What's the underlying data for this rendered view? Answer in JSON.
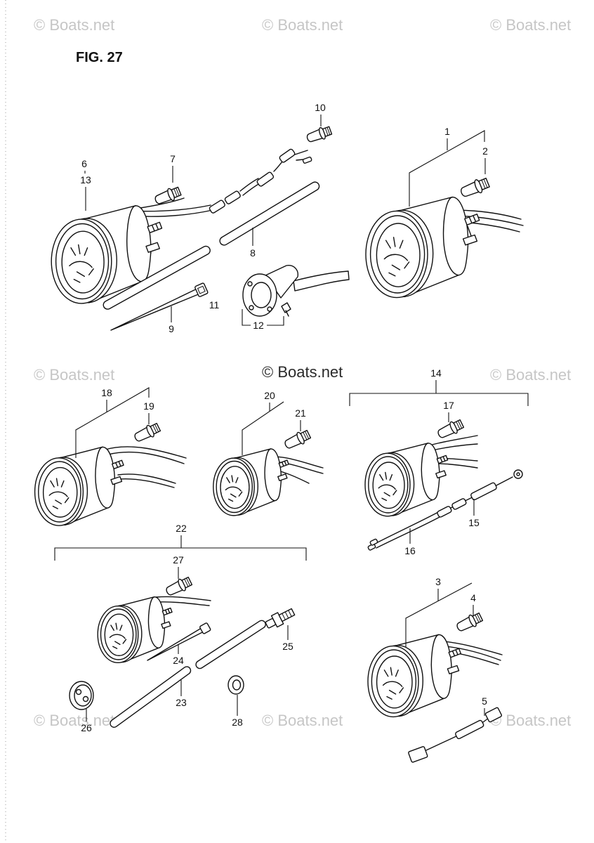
{
  "page": {
    "title": "FIG. 27",
    "watermark": "© Boats.net"
  },
  "callouts": {
    "1": "1",
    "2": "2",
    "3": "3",
    "4": "4",
    "5": "5",
    "6": "6",
    "7": "7",
    "8": "8",
    "9": "9",
    "10": "10",
    "11": "11",
    "12": "12",
    "13": "13",
    "14": "14",
    "15": "15",
    "16": "16",
    "17": "17",
    "18": "18",
    "19": "19",
    "20": "20",
    "21": "21",
    "22": "22",
    "23": "23",
    "24": "24",
    "25": "25",
    "26": "26",
    "27": "27",
    "28": "28"
  }
}
